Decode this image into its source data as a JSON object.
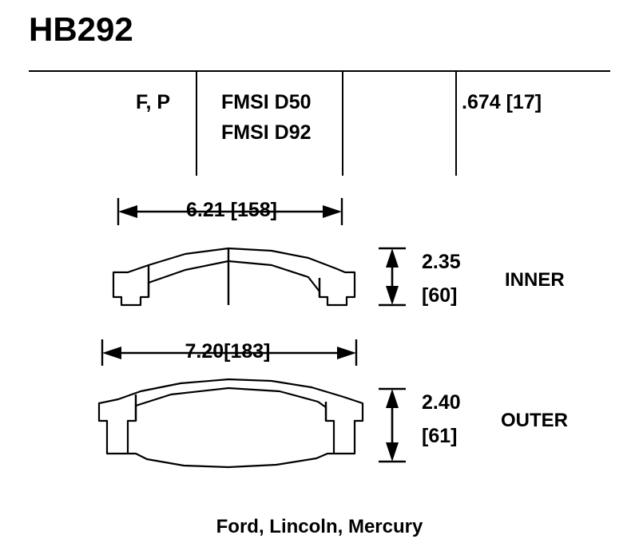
{
  "part_number": "HB292",
  "header": {
    "compound_codes": "F, P",
    "fmsi": [
      "FMSI D50",
      "FMSI D92"
    ],
    "thickness": ".674 [17]"
  },
  "pads": [
    {
      "position_label": "INNER",
      "width": "6.21 [158]",
      "height_in": "2.35",
      "height_mm": "[60]"
    },
    {
      "position_label": "OUTER",
      "width": "7.20[183]",
      "height_in": "2.40",
      "height_mm": "[61]"
    }
  ],
  "footer": {
    "applications": "Ford, Lincoln, Mercury"
  },
  "colors": {
    "line": "#000000",
    "background": "#ffffff",
    "text": "#000000"
  }
}
